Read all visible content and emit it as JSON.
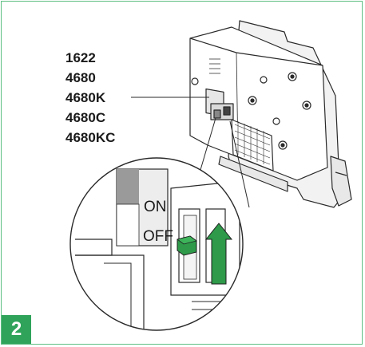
{
  "figure_number": "2",
  "models": [
    "1622",
    "4680",
    "4680K",
    "4680C",
    "4680KC"
  ],
  "switch": {
    "on_label": "ON",
    "off_label": "OFF"
  },
  "colors": {
    "border": "#5fbf84",
    "badge": "#2fa35a",
    "lever": "#2e9a4a",
    "arrow": "#2e9a4a"
  },
  "icons": {
    "direction": "up-arrow-icon"
  }
}
